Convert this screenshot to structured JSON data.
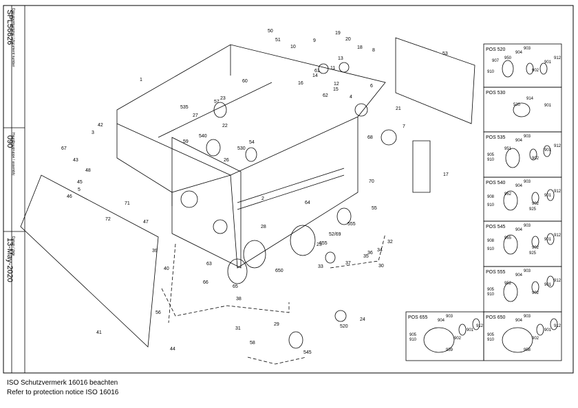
{
  "title_block": {
    "doc_label": "Dokumentnummer / document number",
    "doc_value": "SPL56626",
    "assembly_label": "Hauptbaugruppe / assembly",
    "assembly_value": "090",
    "date_label": "Datum / date",
    "date_value": "13-May-2020"
  },
  "notice": {
    "de": "ISO Schutzvermerk 16016 beachten",
    "en": "Refer to protection notice ISO 16016"
  },
  "main_labels": [
    "1",
    "2",
    "3",
    "4",
    "5",
    "6",
    "7",
    "8",
    "9",
    "10",
    "11",
    "12",
    "13",
    "14",
    "15",
    "16",
    "17",
    "18",
    "19",
    "20",
    "21",
    "22",
    "23",
    "24",
    "25",
    "26",
    "27",
    "28",
    "29",
    "30",
    "31",
    "32",
    "33",
    "34",
    "35",
    "36",
    "37",
    "38",
    "39",
    "40",
    "41",
    "42",
    "43",
    "44",
    "45",
    "46",
    "47",
    "48",
    "50",
    "51",
    "52/69",
    "53",
    "54",
    "55",
    "56",
    "57",
    "58",
    "59",
    "60",
    "61",
    "62",
    "63",
    "64",
    "65",
    "66",
    "67",
    "68",
    "70",
    "71",
    "72",
    "520",
    "530",
    "535",
    "540",
    "545",
    "555",
    "650",
    "655"
  ],
  "detail_boxes": [
    {
      "title": "POS 520",
      "parts": [
        "903",
        "907",
        "950",
        "904",
        "910",
        "901",
        "902",
        "912"
      ]
    },
    {
      "title": "POS 530",
      "parts": [
        "901",
        "914",
        "530"
      ]
    },
    {
      "title": "POS 535",
      "parts": [
        "903",
        "904",
        "951",
        "905",
        "910",
        "901",
        "902",
        "912"
      ]
    },
    {
      "title": "POS 540",
      "parts": [
        "903",
        "904",
        "962",
        "908",
        "910",
        "925",
        "901",
        "902",
        "912"
      ]
    },
    {
      "title": "POS 545",
      "parts": [
        "903",
        "904",
        "965",
        "908",
        "910",
        "925",
        "901",
        "902",
        "912"
      ]
    },
    {
      "title": "POS 555",
      "parts": [
        "903",
        "904",
        "952",
        "905",
        "910",
        "901",
        "902",
        "912"
      ]
    },
    {
      "title": "POS 655",
      "parts": [
        "903",
        "904",
        "905",
        "910",
        "959",
        "901",
        "902",
        "912"
      ]
    },
    {
      "title": "POS 650",
      "parts": [
        "903",
        "904",
        "905",
        "910",
        "958",
        "901",
        "902",
        "912"
      ]
    }
  ],
  "colors": {
    "line": "#000000",
    "background": "#ffffff"
  }
}
